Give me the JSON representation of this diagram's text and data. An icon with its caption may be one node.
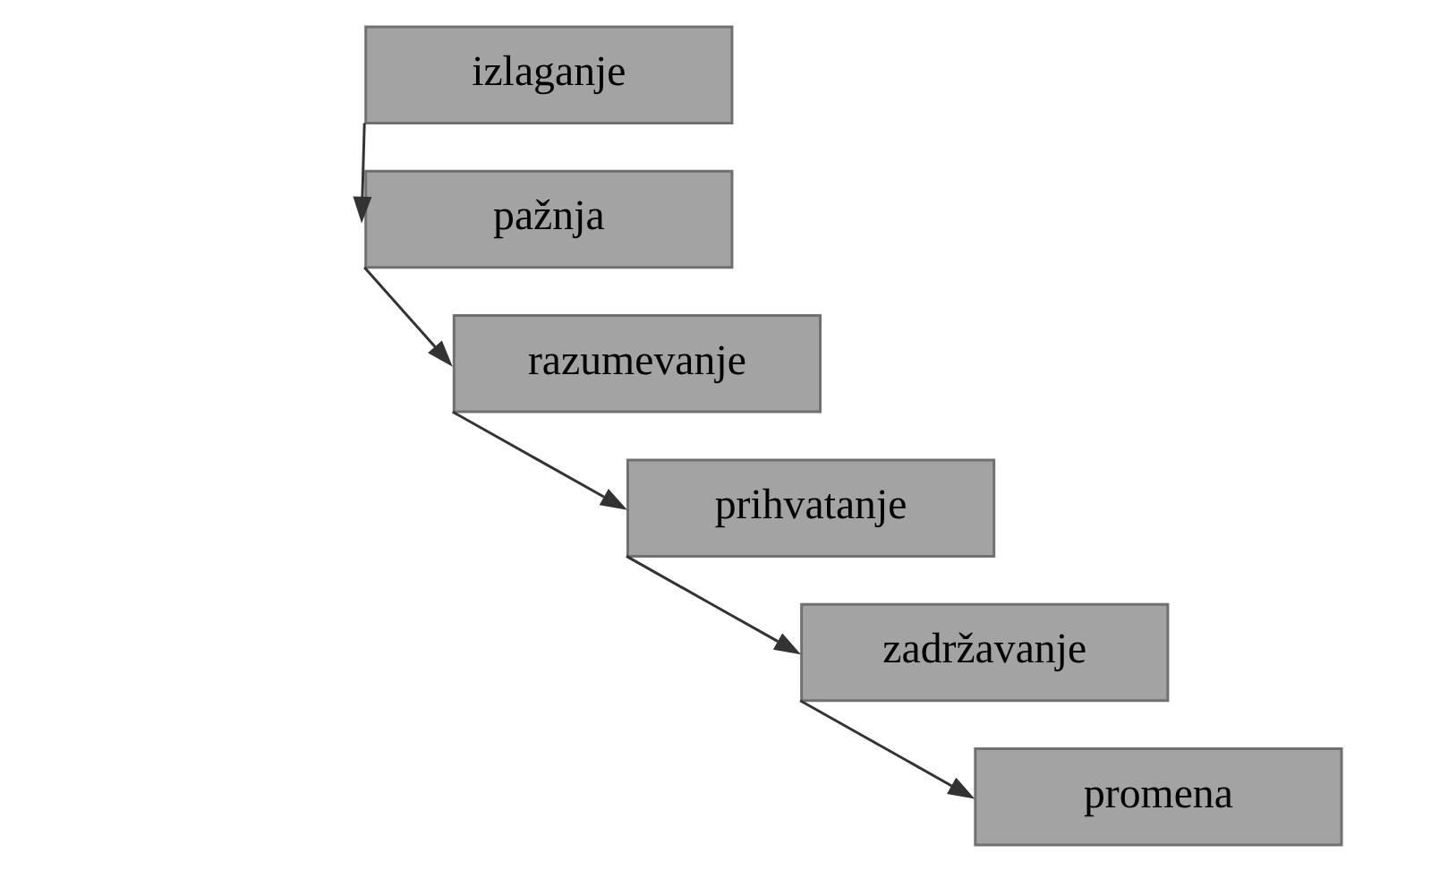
{
  "diagram": {
    "nodes": [
      {
        "text": [
          "izlaganje"
        ]
      },
      {
        "text": [
          "pažnja"
        ]
      },
      {
        "text": [
          "razumevanje"
        ]
      },
      {
        "text": [
          "prihvatanje"
        ]
      },
      {
        "text": [
          "zadržavanje"
        ]
      },
      {
        "text": [
          "promena"
        ]
      }
    ],
    "edges": [
      {
        "from": 0,
        "to": 1,
        "arrow": "to"
      },
      {
        "from": 1,
        "to": 2,
        "arrow": "to"
      },
      {
        "from": 2,
        "to": 3,
        "arrow": "to"
      },
      {
        "from": 3,
        "to": 4,
        "arrow": "to"
      },
      {
        "from": 4,
        "to": 5,
        "arrow": "to"
      }
    ]
  }
}
